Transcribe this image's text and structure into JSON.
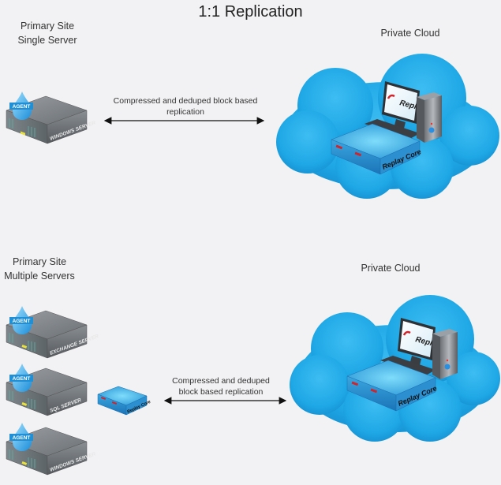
{
  "title": "1:1 Replication",
  "section1": {
    "site_label_line1": "Primary Site",
    "site_label_line2": "Single Server",
    "cloud_label": "Private Cloud",
    "link_label_line1": "Compressed and deduped block based",
    "link_label_line2": "replication",
    "servers": [
      {
        "name": "WINDOWS SERVER",
        "badge": "AGENT"
      }
    ],
    "core_monitor_logo": "Replay",
    "core_appliance_logo": "Replay Core"
  },
  "section2": {
    "site_label_line1": "Primary Site",
    "site_label_line2": "Multiple Servers",
    "cloud_label": "Private Cloud",
    "link_label_line1": "Compressed and deduped",
    "link_label_line2": "block based replication",
    "servers": [
      {
        "name": "EXCHANGE SERVER",
        "badge": "AGENT"
      },
      {
        "name": "SQL SERVER",
        "badge": "AGENT"
      },
      {
        "name": "WINDOWS SERVER",
        "badge": "AGENT"
      }
    ],
    "local_core_logo": "Replay Core",
    "core_monitor_logo": "Replay",
    "core_appliance_logo": "Replay Core"
  },
  "colors": {
    "background": "#f2f2f4",
    "cloud": "#1fa8e6",
    "cloud_highlight": "#5cc9f5",
    "agent_badge": "#1f8fd6",
    "appliance": "#3aa6e0",
    "replay_red": "#d0232a"
  }
}
